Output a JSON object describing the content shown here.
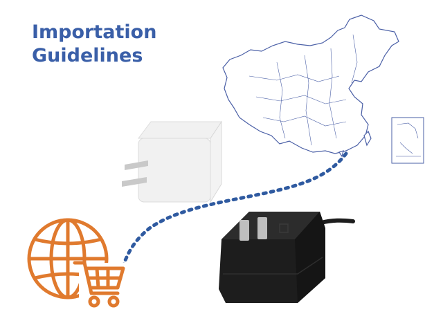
{
  "heading": {
    "line1": "Importation",
    "line2": "Guidelines"
  },
  "colors": {
    "heading": "#3a5fa8",
    "dotted_path": "#2f5aa0",
    "globe_cart": "#e07a2e",
    "map_outline": "#4a5fa6",
    "white_adapter": "#f1f1f1",
    "black_adapter": "#1d1d1d"
  },
  "icons": {
    "globe": "globe-icon",
    "cart": "shopping-cart-icon",
    "map": "china-map-illustration",
    "white_adapter": "white-usb-charger",
    "black_adapter": "black-power-adapter"
  }
}
